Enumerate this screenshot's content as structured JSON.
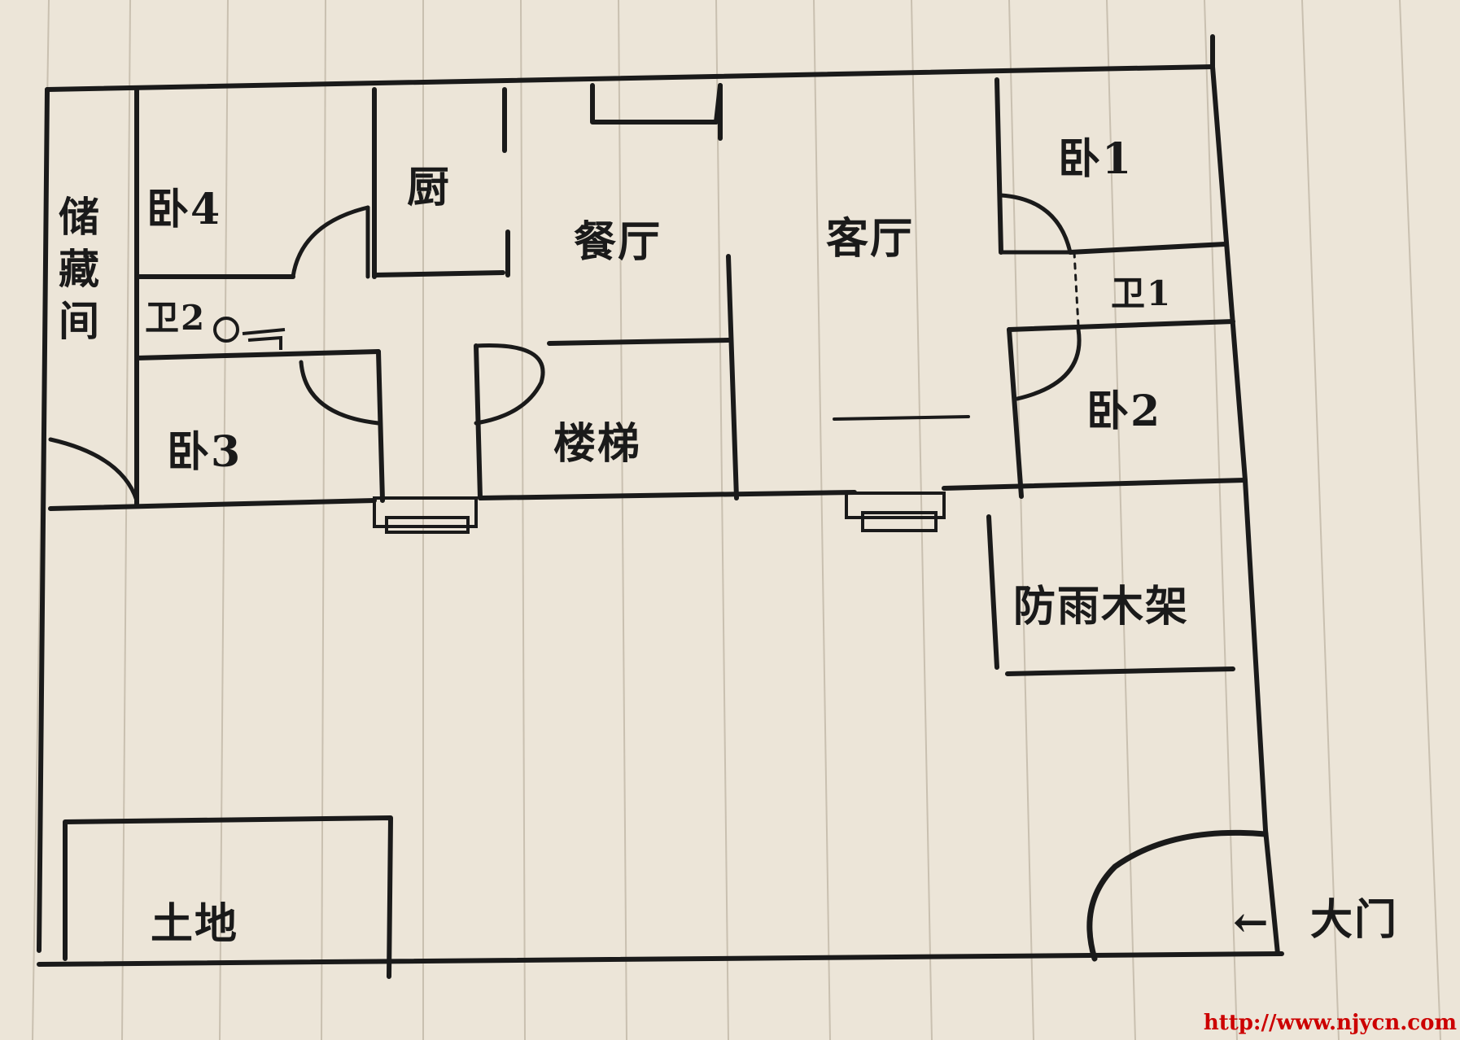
{
  "rooms": {
    "storage": "储藏间",
    "bedroom4": "卧4",
    "kitchen": "厨",
    "dining": "餐厅",
    "living": "客厅",
    "bedroom1": "卧1",
    "bath1": "卫1",
    "bath2": "卫2",
    "bedroom2": "卧2",
    "bedroom3": "卧3",
    "stairs": "楼梯",
    "rain_shelter": "防雨木架",
    "land": "土地"
  },
  "entrance": {
    "arrow": "←",
    "label": "大门"
  },
  "watermark": "http://www.njycn.com",
  "colors": {
    "paper": "#ece5d8",
    "rule": "#c9c0b0",
    "ink": "#1a1a1a",
    "watermark": "#cc0000"
  }
}
